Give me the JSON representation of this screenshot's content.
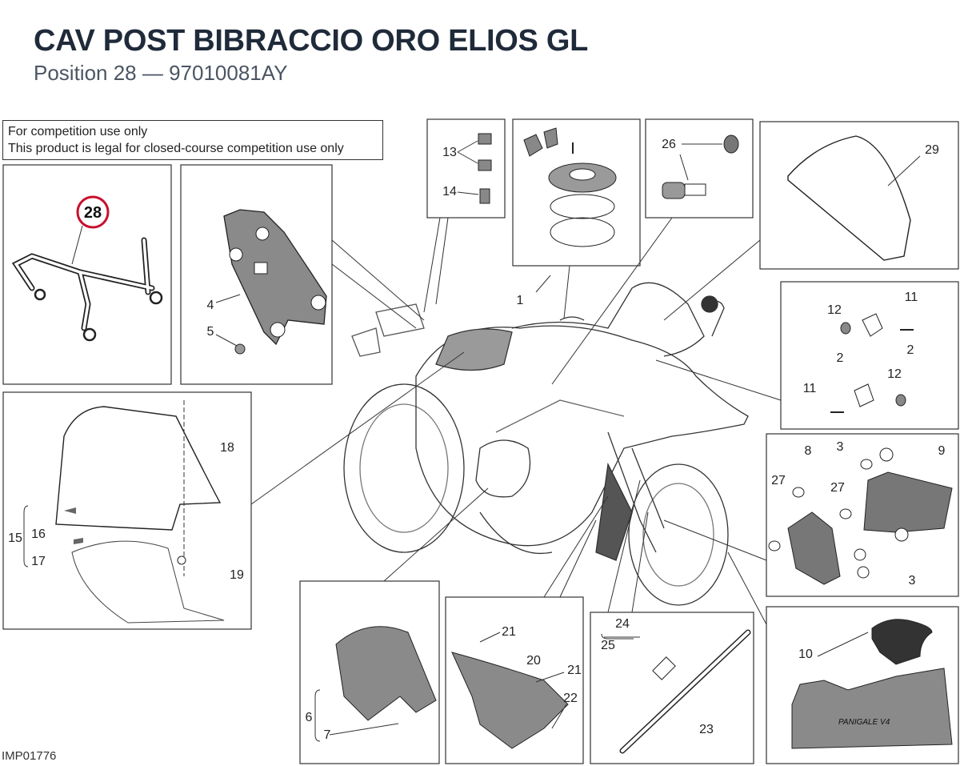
{
  "header": {
    "title": "CAV POST BIBRACCIO ORO ELIOS GL",
    "subtitle": "Position 28 — 97010081AY"
  },
  "notice": {
    "line1": "For competition use only",
    "line2": "This product is legal for closed-course competition use only"
  },
  "highlighted_position": "28",
  "footer_code": "IMP01776",
  "parts": {
    "p1": "1",
    "p2a": "2",
    "p2b": "2",
    "p3a": "3",
    "p3b": "3",
    "p4": "4",
    "p5": "5",
    "p6": "6",
    "p7": "7",
    "p8": "8",
    "p9": "9",
    "p10": "10",
    "p11a": "11",
    "p11b": "11",
    "p12a": "12",
    "p12b": "12",
    "p13": "13",
    "p14": "14",
    "p15": "15",
    "p16": "16",
    "p17": "17",
    "p18": "18",
    "p19": "19",
    "p20": "20",
    "p21a": "21",
    "p21b": "21",
    "p22": "22",
    "p23": "23",
    "p24": "24",
    "p25": "25",
    "p26": "26",
    "p27a": "27",
    "p27b": "27",
    "p29": "29"
  },
  "cover_text": "PANIGALE V4",
  "colors": {
    "accent_red": "#c8102e",
    "part_gray": "#8a8a8a",
    "line": "#222222"
  }
}
